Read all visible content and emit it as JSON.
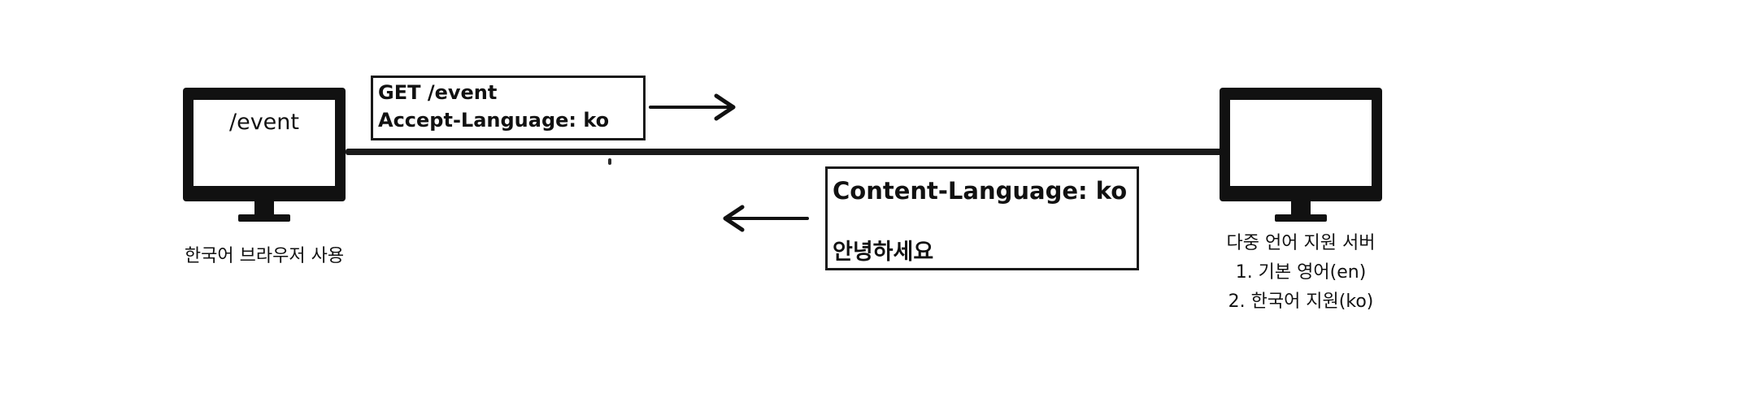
{
  "client": {
    "screen_text": "/event",
    "caption": "한국어 브라우저 사용"
  },
  "request": {
    "line1": "GET /event",
    "line2": "Accept-Language: ko"
  },
  "response": {
    "header": "Content-Language: ko",
    "body": "안녕하세요"
  },
  "server": {
    "caption_lines": [
      "다중 언어 지원 서버",
      "1. 기본 영어(en)",
      "2. 한국어 지원(ko)"
    ]
  }
}
